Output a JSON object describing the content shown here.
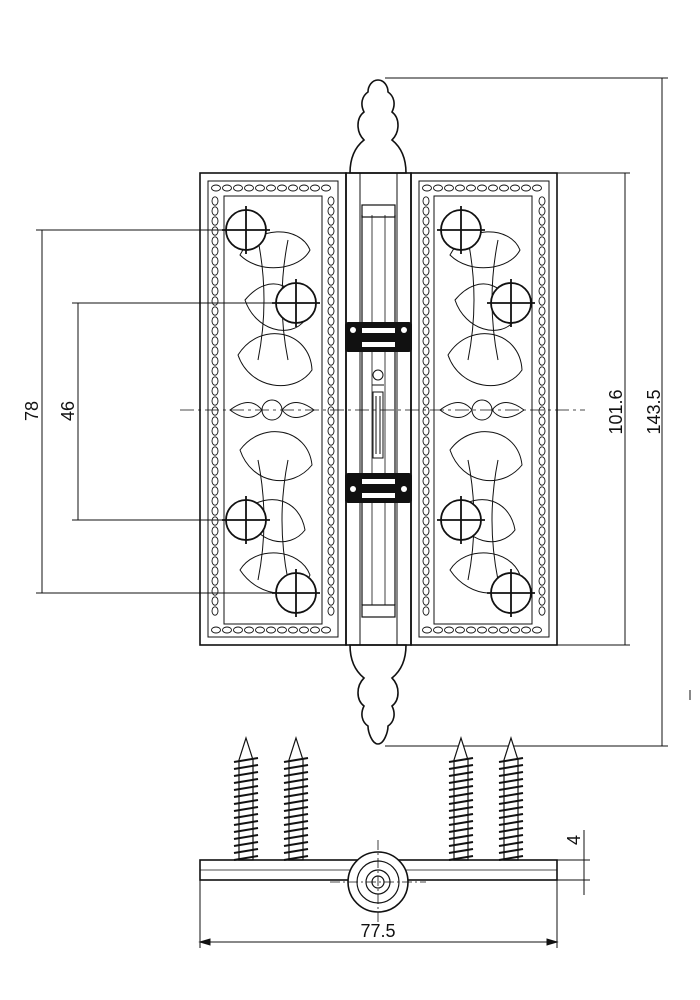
{
  "dimensions": {
    "total_height": "143.5",
    "leaf_height": "101.6",
    "outer_hole_spacing": "78",
    "inner_hole_spacing": "46",
    "thickness": "4",
    "open_width": "77.5"
  },
  "colors": {
    "line": "#111111",
    "background": "#ffffff",
    "fill_light": "#ffffff"
  }
}
